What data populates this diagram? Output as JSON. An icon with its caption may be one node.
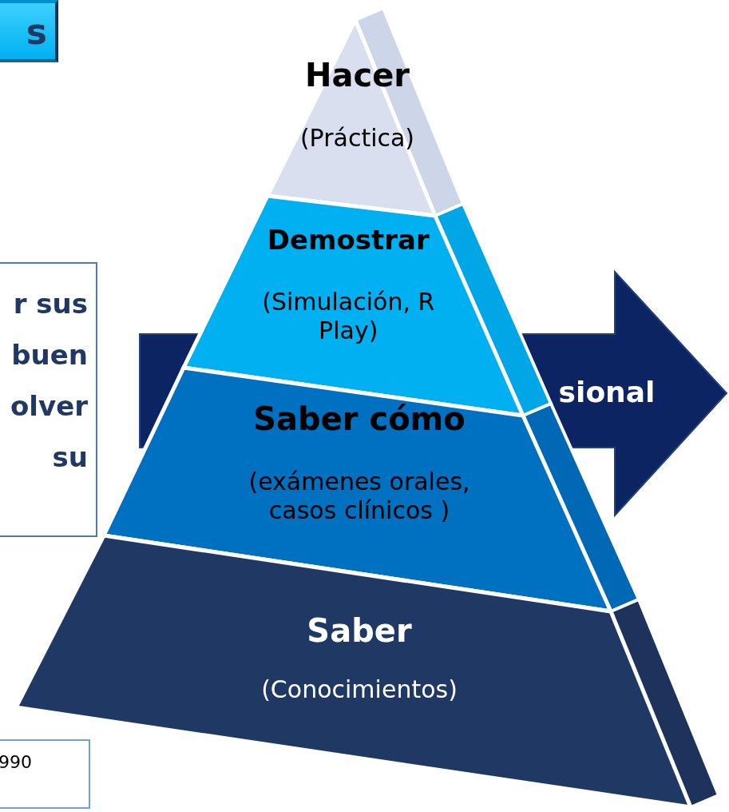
{
  "diagram": {
    "nodes": [
      {
        "text": [
          "s"
        ]
      },
      {
        "text": [
          "r sus buen olver su"
        ]
      },
      {
        "text": [
          "sional"
        ]
      },
      {
        "text": [
          "Hacer",
          "(Práctica)"
        ]
      },
      {
        "text": [
          "Demostrar",
          "(Simulación, R Play)"
        ]
      },
      {
        "text": [
          "Saber cómo",
          "(exámenes orales, casos clínicos )"
        ]
      },
      {
        "text": [
          "Saber",
          "(Conocimientos)"
        ]
      },
      {
        "text": [
          "990"
        ]
      }
    ],
    "edges": []
  }
}
